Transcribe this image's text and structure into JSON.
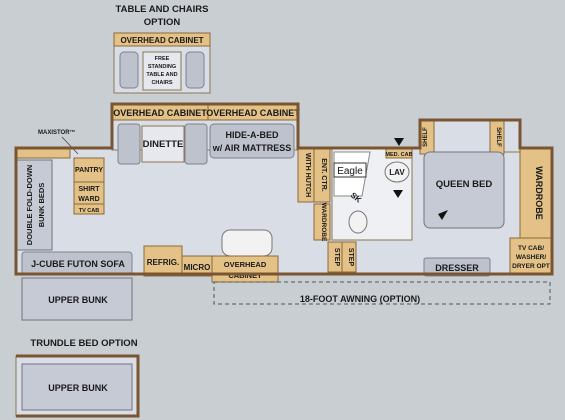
{
  "table_and_chairs": {
    "title_line1": "TABLE AND CHAIRS",
    "title_line2": "OPTION",
    "cabinet": "OVERHEAD CABINET",
    "table_line1": "FREE",
    "table_line2": "STANDING",
    "table_line3": "TABLE AND",
    "table_line4": "CHAIRS"
  },
  "main_plan": {
    "maxistor": "MAXISTOR™",
    "pantry": "PANTRY",
    "shirt_line1": "SHIRT",
    "shirt_line2": "WARD",
    "tv_cab": "TV CAB",
    "bunk_line1": "DOUBLE FOLD-DOWN",
    "bunk_line2": "BUNK BEDS",
    "futon": "J-CUBE FUTON SOFA",
    "upper_bunk": "UPPER BUNK",
    "overhead_cabinet_1": "OVERHEAD CABINET",
    "overhead_cabinet_2": "OVERHEAD CABINET",
    "dinette": "DINETTE",
    "hide_line1": "HIDE-A-BED",
    "hide_line2": "w/ AIR MATTRESS",
    "refrig": "REFRIG.",
    "micro": "MICRO",
    "overhead_cab_line1": "OVERHEAD",
    "overhead_cab_line2": "CABINET",
    "ent_line1": "ENT. CTR.",
    "ent_line2": "WITH HUTCH",
    "wardrobe_small": "WARDROBE",
    "step1": "STEP",
    "step2": "STEP",
    "med_cab": "MED. CAB",
    "lav": "LAV",
    "sk": "SK",
    "eagle": "Eagle",
    "shelf1": "SHELF",
    "shelf2": "SHELF",
    "queen_bed": "QUEEN BED",
    "wardrobe": "WARDROBE",
    "dresser": "DRESSER",
    "tvcab_line1": "TV CAB/",
    "tvcab_line2": "WASHER/",
    "tvcab_line3": "DRYER OPT",
    "awning": "18-FOOT AWNING (OPTION)"
  },
  "trundle": {
    "title": "TRUNDLE BED OPTION",
    "upper_bunk": "UPPER BUNK"
  }
}
